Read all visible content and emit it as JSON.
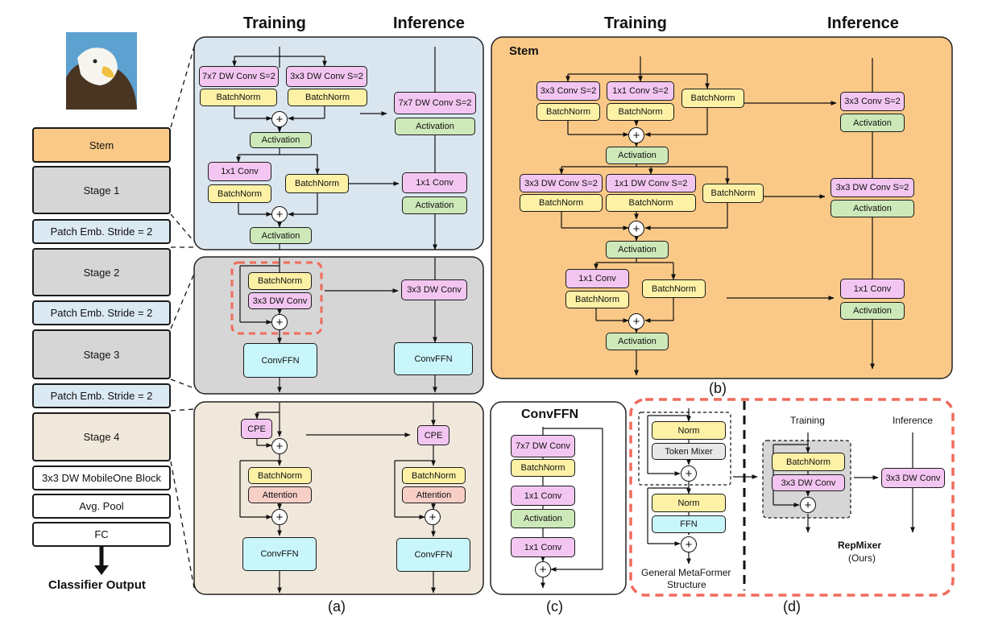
{
  "headers": {
    "training": "Training",
    "inference": "Inference"
  },
  "captions": {
    "a": "(a)",
    "b": "(b)",
    "c": "(c)",
    "d": "(d)"
  },
  "pipeline": {
    "stem": "Stem",
    "stage1": "Stage 1",
    "patch1": "Patch Emb. Stride = 2",
    "stage2": "Stage 2",
    "patch2": "Patch Emb. Stride = 2",
    "stage3": "Stage 3",
    "patch3": "Patch Emb. Stride = 2",
    "stage4": "Stage 4",
    "mobileone": "3x3 DW MobileOne Block",
    "avgpool": "Avg. Pool",
    "fc": "FC",
    "output": "Classifier Output"
  },
  "stem_branch": {
    "train_conv1": "7x7 DW Conv S=2",
    "train_conv2": "3x3 DW Conv S=2",
    "bn": "BatchNorm",
    "act": "Activation",
    "pw_conv": "1x1 Conv",
    "inf_conv": "7x7 DW Conv S=2",
    "inf_pw": "1x1 Conv"
  },
  "repmixer_branch": {
    "bn": "BatchNorm",
    "dw": "3x3 DW Conv",
    "ffn": "ConvFFN",
    "inf_dw": "3x3 DW Conv"
  },
  "attention_branch": {
    "cpe": "CPE",
    "bn": "BatchNorm",
    "attn": "Attention",
    "ffn": "ConvFFN"
  },
  "panel_b": {
    "title": "Stem",
    "c1": "3x3 Conv S=2",
    "c2": "1x1 Conv S=2",
    "bn": "BatchNorm",
    "act": "Activation",
    "d1": "3x3 DW Conv S=2",
    "d2": "1x1 DW Conv S=2",
    "pw": "1x1 Conv",
    "inf1": "3x3 Conv S=2",
    "inf2": "3x3 DW Conv S=2",
    "inf3": "1x1 Conv"
  },
  "panel_c": {
    "title": "ConvFFN",
    "b1": "7x7 DW Conv",
    "b2": "BatchNorm",
    "b3": "1x1 Conv",
    "b4": "Activation",
    "b5": "1x1 Conv"
  },
  "panel_d": {
    "norm": "Norm",
    "token_mixer": "Token Mixer",
    "ffn": "FFN",
    "meta1": "General MetaFormer",
    "meta2": "Structure",
    "training": "Training",
    "inference": "Inference",
    "bn": "BatchNorm",
    "dw": "3x3 DW Conv",
    "inf_dw": "3x3 DW Conv",
    "repmixer": "RepMixer",
    "ours": "(Ours)"
  },
  "colors": {
    "stem": "#fbc987",
    "stage": "#d6d6d6",
    "patch": "#dbe9f3",
    "stage4": "#f1e8dc",
    "panel_blue": "#dae6ef",
    "panel_gray": "#d6d6d6",
    "panel_beige": "#f1e8dc",
    "panel_orange": "#fbc987",
    "dashed_red": "#f06b5b"
  },
  "icons": {
    "input_image": "eagle-photo-icon",
    "add": "plus-circle-icon"
  }
}
